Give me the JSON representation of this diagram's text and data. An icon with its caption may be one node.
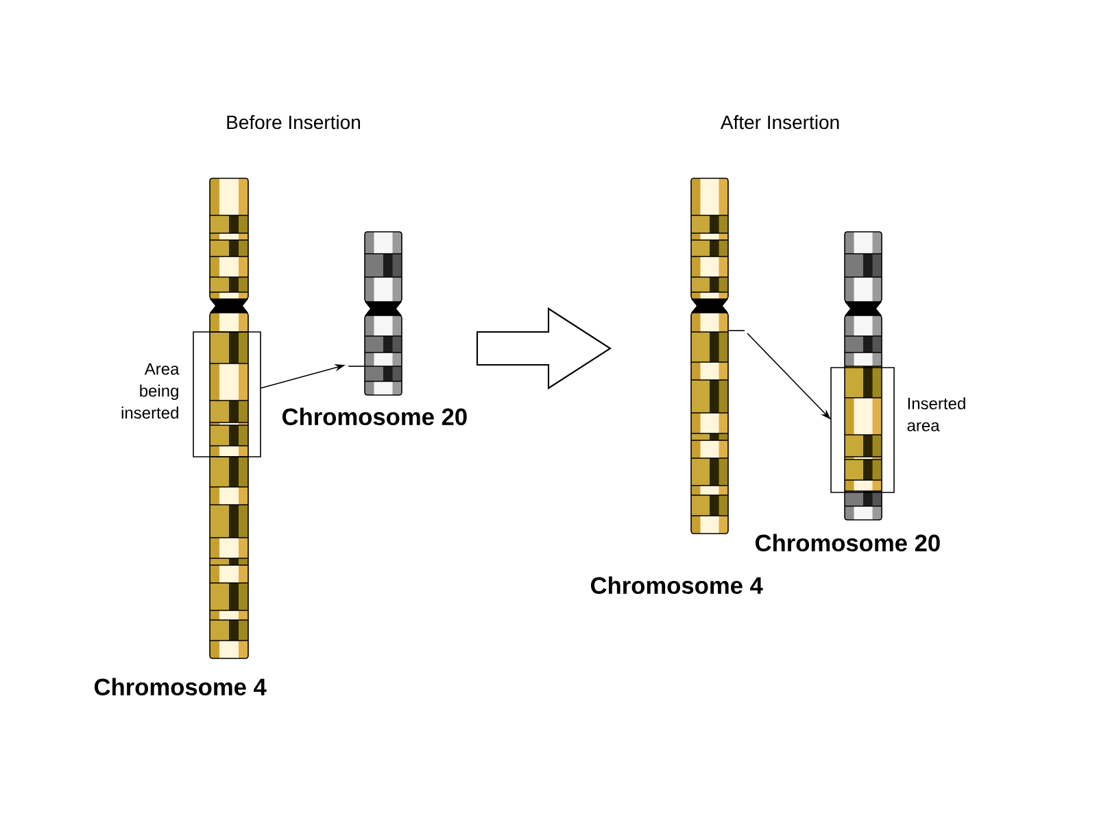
{
  "diagram": {
    "nodes": [
      {
        "text": [],
        "shape": "picture",
        "beside": [
          "Chromosome 4"
        ]
      },
      {
        "text": [
          "Area being inserted"
        ]
      },
      {
        "text": [],
        "shape": "picture",
        "beside": [
          "Chromosome 20"
        ]
      },
      {
        "text": [],
        "shape": "picture",
        "beside": [
          "Chromosome 4"
        ]
      },
      {
        "text": [],
        "shape": "picture",
        "beside": [
          "Chromosome 20"
        ]
      },
      {
        "text": [
          "Inserted area"
        ]
      }
    ],
    "edges": [
      {
        "from": 1,
        "to": 2,
        "arrow": "to"
      },
      {
        "from": 2,
        "to": 3,
        "arrow": "to",
        "style": "thick"
      },
      {
        "from": 3,
        "to": 5,
        "arrow": "to"
      }
    ],
    "labels": [
      "Before Insertion",
      "After Insertion"
    ]
  }
}
